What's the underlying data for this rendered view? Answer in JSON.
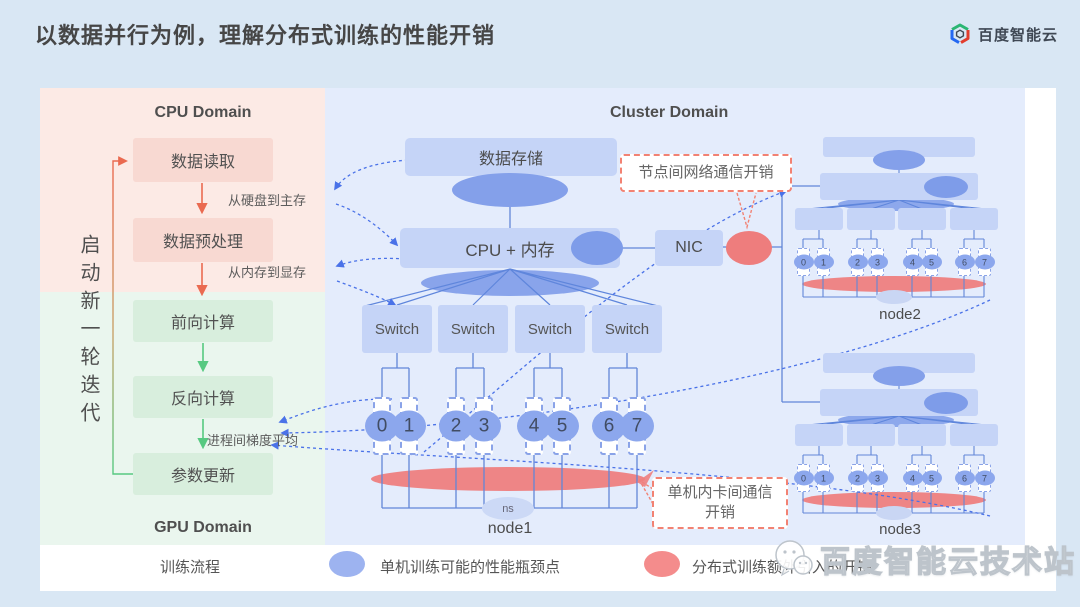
{
  "title": "以数据并行为例，理解分布式训练的性能开销",
  "brand": {
    "name": "百度智能云"
  },
  "cpu_domain": {
    "label": "CPU Domain",
    "steps": [
      "数据读取",
      "数据预处理"
    ],
    "transitions": [
      "从硬盘到主存",
      "从内存到显存"
    ]
  },
  "gpu_domain": {
    "label": "GPU Domain",
    "steps": [
      "前向计算",
      "反向计算",
      "参数更新"
    ],
    "transition": "进程间梯度平均"
  },
  "loop_label": "启动新一轮迭代",
  "cluster": {
    "label": "Cluster Domain",
    "storage": "数据存储",
    "cpu_mem": "CPU + 内存",
    "nic": "NIC",
    "switch_label": "Switch",
    "gpu_ids": [
      "0",
      "1",
      "2",
      "3",
      "4",
      "5",
      "6",
      "7"
    ],
    "bus_label": "ns",
    "nodes": {
      "node1": "node1",
      "node2": "node2",
      "node3": "node3"
    }
  },
  "callouts": {
    "network": "节点间网络通信开销",
    "intra_node": "单机内卡间通信开销"
  },
  "legend": {
    "flow": "训练流程",
    "bottleneck": "单机训练可能的性能瓶颈点",
    "overhead": "分布式训练额外引入的开销"
  },
  "watermark": "百度智能云技术站",
  "colors": {
    "dashed_blue": "#4a72e8",
    "line_blue": "#6286d8",
    "box_blue": "#c5d4f7",
    "ellipse_blue": "#84a0ea",
    "ellipse_red": "#ee7d7d",
    "arrow_red": "#ea6a50",
    "arrow_green": "#57c981",
    "cpu_bg": "#fceae5",
    "gpu_bg": "#eaf6ee",
    "cluster_bg": "#e4ecfc"
  }
}
